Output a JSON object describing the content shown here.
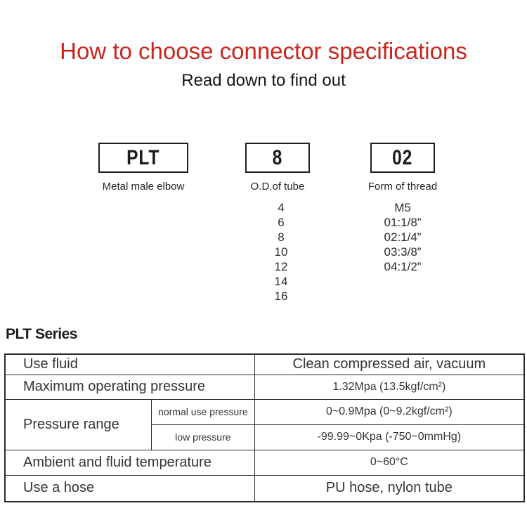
{
  "header": {
    "title": "How to choose connector specifications",
    "subtitle": "Read down to find out"
  },
  "model_selector": {
    "segments": [
      {
        "code": "PLT",
        "label": "Metal male elbow",
        "options": []
      },
      {
        "code": "8",
        "label": "O.D.of tube",
        "options": [
          "4",
          "6",
          "8",
          "10",
          "12",
          "14",
          "16"
        ]
      },
      {
        "code": "02",
        "label": "Form of thread",
        "options": [
          "M5",
          "01:1/8”",
          "02:1/4”",
          "03:3/8”",
          "04:1/2”"
        ]
      }
    ]
  },
  "series": {
    "heading": "PLT Series"
  },
  "spec_table": {
    "rows": [
      {
        "label": "Use fluid",
        "value": "Clean compressed air, vacuum"
      },
      {
        "label": "Maximum operating pressure",
        "value": "1.32Mpa (13.5kgf/cm²)"
      },
      {
        "label": "Pressure range",
        "sub_rows": [
          {
            "label": "normal use pressure",
            "value": "0~0.9Mpa (0~9.2kgf/cm²)"
          },
          {
            "label": "low pressure",
            "value": "-99.99~0Kpa (-750~0mmHg)"
          }
        ]
      },
      {
        "label": "Ambient and fluid temperature",
        "value": "0~60°C"
      },
      {
        "label": "Use a hose",
        "value": "PU hose, nylon tube"
      }
    ]
  },
  "colors": {
    "accent_red": "#c9251d",
    "row_beige": "#f2ecdf",
    "border_dark": "#2b2b2b"
  }
}
